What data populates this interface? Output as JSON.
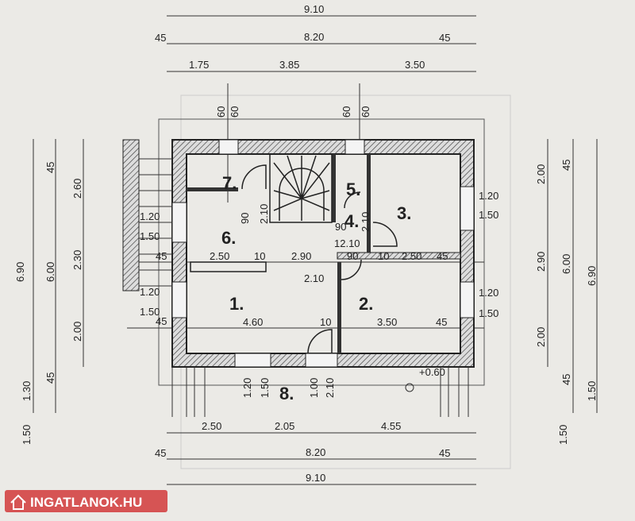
{
  "top_dims": {
    "overall": "9.10",
    "left_wall": "45",
    "inner": "8.20",
    "right_wall": "45",
    "seg1": "1.75",
    "seg2": "3.85",
    "seg3": "3.50"
  },
  "parapet_dims": {
    "a1": "60",
    "a2": "60",
    "b1": "60",
    "b2": "60"
  },
  "left_dims": {
    "total": "6.90",
    "bottom1": "1.30",
    "bottom2": "1.50",
    "wall_top": "45",
    "inner": "6.00",
    "wall_bottom": "45",
    "seg1": "2.60",
    "seg2": "2.30",
    "seg3": "2.00"
  },
  "right_dims": {
    "seg1": "2.00",
    "seg2": "2.90",
    "seg3": "2.00",
    "bottom": "1.50",
    "wall_top": "45",
    "inner": "6.00",
    "wall_bottom": "45",
    "total": "6.90",
    "total_bottom": "1.50"
  },
  "windows": {
    "r_top_w": "1.20",
    "r_top_h": "1.50",
    "r_bot_w": "1.20",
    "r_bot_h": "1.50",
    "l_top_w": "1.20",
    "l_top_h": "1.50",
    "l_bot_w": "1.20",
    "l_bot_h": "1.50",
    "l_wall1": "45",
    "l_wall2": "45"
  },
  "rooms": [
    "1.",
    "2.",
    "3.",
    "4.",
    "5.",
    "6.",
    "7.",
    "8."
  ],
  "interior_dims": {
    "door7_w": "90",
    "stair_h": "2.10",
    "door4_w": "90",
    "door4_h": "2.10",
    "mid": "12.10",
    "row1": [
      "2.50",
      "10",
      "2.90",
      "90",
      "10",
      "2.50",
      "45"
    ],
    "door1_h": "2.10",
    "row2": [
      "4.60",
      "10",
      "3.50",
      "45"
    ],
    "bottom_open": [
      "1.20",
      "1.50",
      "1.00",
      "2.10"
    ],
    "level": "+0.60"
  },
  "bottom_dims": {
    "seg1": "2.50",
    "seg2": "2.05",
    "seg3": "4.55",
    "left_wall": "45",
    "inner": "8.20",
    "right_wall": "45",
    "overall": "9.10"
  },
  "watermark": "INGATLANOK.HU"
}
